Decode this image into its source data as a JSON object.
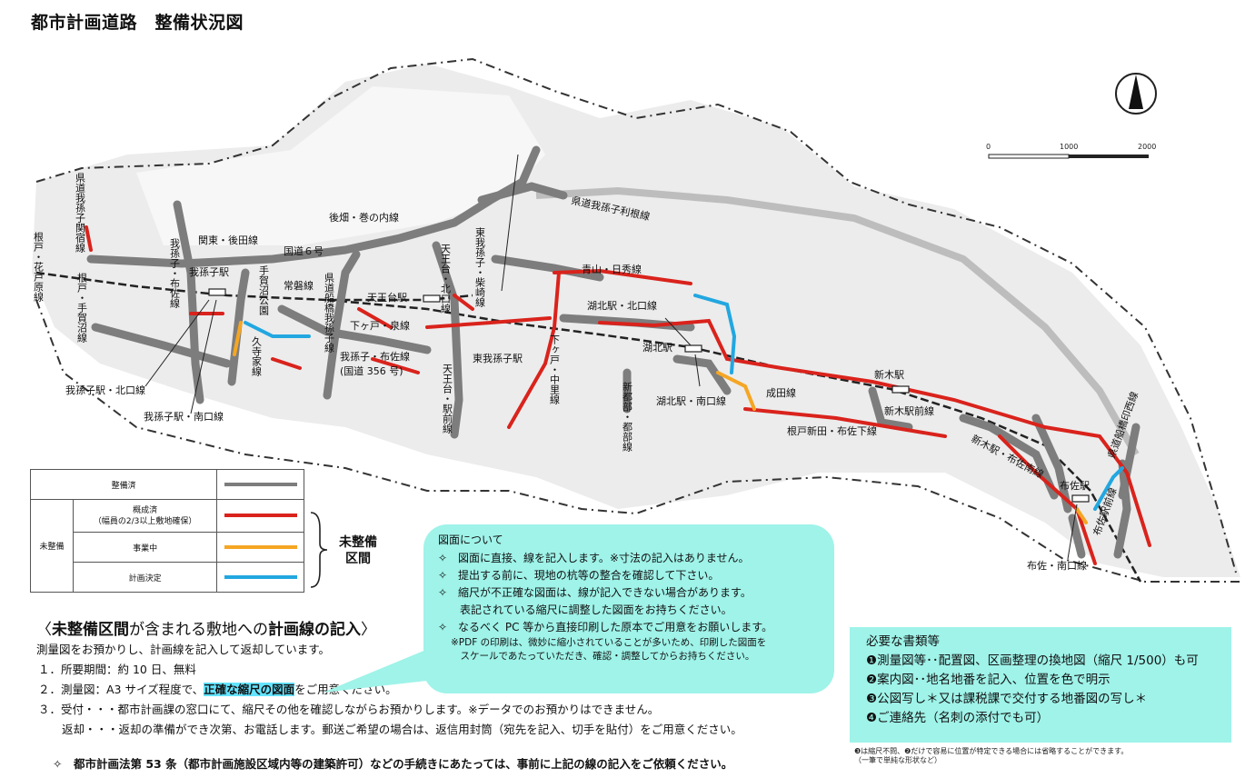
{
  "title": "都市計画道路　整備状況図",
  "colors": {
    "done": "#7d7d7d",
    "outline": "#d9231c",
    "progress": "#f5a623",
    "planned": "#22a7e0",
    "bubble": "#9ff3e9"
  },
  "scale": {
    "ticks": [
      "0",
      "1000",
      "2000"
    ]
  },
  "map_labels": {
    "kendo_abiko_sekiyado": "県道我孫子関宿線",
    "nedo_hanatohara": "根戸・花戸原線",
    "nedo_tegamuma": "根戸・手賀沼線",
    "abiko_fusa": "我孫子・布佐線",
    "kanto_gotoda": "関東・後田線",
    "abiko_sta": "我孫子駅",
    "kokudo6": "国道６号",
    "tegamuma_koen": "手賀沼公園",
    "jobansen": "常磐線",
    "kendo_funabashi_abiko": "県道船橋我孫子線",
    "kujiike": "久寺家線",
    "abiko_kitaguchi": "我孫子駅・北口線",
    "abiko_minamiguchi": "我孫子駅・南口線",
    "gobata": "後畑・巻の内線",
    "tennodai_sta": "天王台駅",
    "shimogado_izumi": "下ヶ戸・泉線",
    "abiko_fusa356": "我孫子・布佐線\n(国道 356 号)",
    "tennodai_kitaguchi": "天王台・北口線",
    "higashiabiko_shibasaki": "東我孫子・柴崎線",
    "tennodai_ekimae": "天王台・駅前線",
    "higashiabiko_sta": "東我孫子駅",
    "kendo_tone": "県道我孫子利根線",
    "aoyama_hideo": "青山・日秀線",
    "kohoku_kitaguchi": "湖北駅・北口線",
    "kohoku_sta": "湖北駅",
    "shimogado_nakaya": "下ヶ戸・中里線",
    "shintobu": "新都部・都部線",
    "kohoku_minamiguchi": "湖北駅・南口線",
    "narita": "成田線",
    "nedoshinden_fusashimo": "根戸新田・布佐下線",
    "araki_sta": "新木駅",
    "araki_ekimae": "新木駅前線",
    "araki_fusaminami": "新木駅・布佐南線",
    "fusa_sta": "布佐駅",
    "fusa_minamiguchi": "布佐・南口線",
    "fusa_ekimae": "布佐駅前線",
    "kendo_funabashi_mohuke": "県道船橋印西線"
  },
  "legend": {
    "done": "整備済",
    "mi_seibi": "未整備",
    "outline": "概成済",
    "outline_sub": "（幅員の2/3以上敷地確保）",
    "progress": "事業中",
    "planned": "計画決定",
    "brace_label_1": "未整備",
    "brace_label_2": "区間"
  },
  "notes": {
    "heading_pre": "〈",
    "heading_b1": "未整備区間",
    "heading_mid": "が含まれる敷地への",
    "heading_b2": "計画線の記入",
    "heading_post": "〉",
    "intro": "測量図をお預かりし、計画線を記入して返却しています。",
    "item1": "１．所要期間：約 10 日、無料",
    "item2_pre": "２．測量図：A3 サイズ程度で、",
    "item2_hl": "正確な縮尺の図面",
    "item2_post": "をご用意ください。",
    "item3a": "３．受付・・・都市計画課の窓口にて、縮尺その他を確認しながらお預かりします。※データでのお預かりはできません。",
    "item3b": "返却・・・返却の準備ができ次第、お電話します。郵送ご希望の場合は、返信用封筒（宛先を記入、切手を貼付）をご用意ください。",
    "footer": "✧　都市計画法第 53 条（都市計画施設区域内等の建築許可）などの手続きにあたっては、事前に上記の線の記入をご依頼ください。"
  },
  "bubble": {
    "title": "図面について",
    "b1": "✧　図面に直接、線を記入します。※寸法の記入はありません。",
    "b2": "✧　提出する前に、現地の杭等の整合を確認して下さい。",
    "b3": "✧　縮尺が不正確な図面は、線が記入できない場合があります。",
    "b3b": "　　表記されている縮尺に調整した図面をお持ちください。",
    "b4": "✧　なるべく PC 等から直接印刷した原本でご用意をお願いします。",
    "b5": "※PDF の印刷は、微妙に縮小されていることが多いため、印刷した図面を",
    "b5b": "　スケールであたっていただき、確認・調整してからお持ちください。"
  },
  "docs": {
    "title": "必要な書類等",
    "d1": "❶測量図等･･配置図、区画整理の換地図（縮尺 1/500）も可",
    "d2": "❷案内図･･地名地番を記入、位置を色で明示",
    "d3": "❸公図写し＊又は課税課で交付する地番図の写し＊",
    "d4": "❹ご連絡先（名刺の添付でも可）",
    "note1": "❸は縮尺不問、❷だけで容易に位置が特定できる場合には省略することができます。",
    "note2": "（一筆で単純な形状など）"
  }
}
